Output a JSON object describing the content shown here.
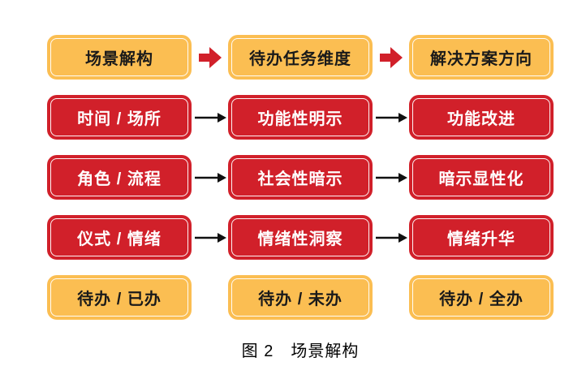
{
  "diagram": {
    "header": {
      "cells": [
        "场景解构",
        "待办任务维度",
        "解决方案方向"
      ]
    },
    "rows": [
      {
        "cells": [
          "时间 / 场所",
          "功能性明示",
          "功能改进"
        ]
      },
      {
        "cells": [
          "角色 / 流程",
          "社会性暗示",
          "暗示显性化"
        ]
      },
      {
        "cells": [
          "仪式 / 情绪",
          "情绪性洞察",
          "情绪升华"
        ]
      },
      {
        "cells": [
          "待办 / 已办",
          "待办 / 未办",
          "待办 / 全办"
        ]
      }
    ],
    "caption": "图 2　场景解构",
    "icons": {
      "header_arrow": "red-block-arrow",
      "row_arrow": "black-line-arrow"
    },
    "colors": {
      "gold": "#FBBE52",
      "red": "#D1202A",
      "arrow_black": "#111111",
      "text_on_gold": "#1A1A1A",
      "text_on_red": "#FFFFFF",
      "page_bg": "#FFFFFF"
    }
  }
}
